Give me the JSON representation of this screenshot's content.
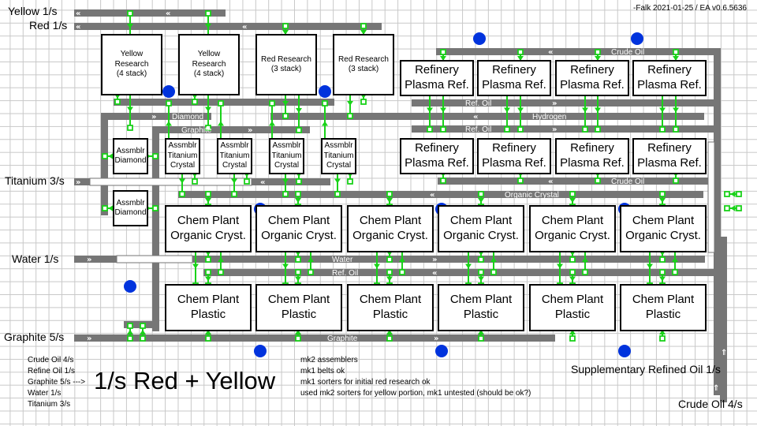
{
  "credit": "-Falk 2021-01-25 / EA v0.6.5636",
  "inputs": {
    "yellow": "Yellow 1/s",
    "red": "Red 1/s",
    "titanium": "Titanium 3/s",
    "water": "Water 1/s",
    "graphite": "Graphite 5/s",
    "supp_oil": "Supplementary Refined Oil 1/s",
    "crude": "Crude Oil 4/s"
  },
  "belts": {
    "crude_oil": "Crude Oil",
    "ref_oil": "Ref. Oil",
    "hydrogen": "Hydrogen",
    "diamond": "Diamond",
    "graphite": "Graphite",
    "organic_crystal": "Organic Crystal",
    "water": "Water"
  },
  "machines": {
    "research": [
      {
        "l1": "Yellow",
        "l2": "Research",
        "l3": "(4 stack)"
      },
      {
        "l1": "Yellow",
        "l2": "Research",
        "l3": "(4 stack)"
      },
      {
        "l1": "Red Research",
        "l2": "(3 stack)",
        "l3": ""
      },
      {
        "l1": "Red Research",
        "l2": "(3 stack)",
        "l3": ""
      }
    ],
    "refinery": {
      "l1": "Refinery",
      "l2": "Plasma Ref.",
      "count": 8
    },
    "assembler_diamond": {
      "l1": "Assmblr",
      "l2": "Diamond"
    },
    "assembler_titanium": {
      "l1": "Assmblr",
      "l2": "Titanium",
      "l3": "Crystal"
    },
    "chem_organic": {
      "l1": "Chem Plant",
      "l2": "Organic Cryst.",
      "count": 6
    },
    "chem_plastic": {
      "l1": "Chem Plant",
      "l2": "Plastic",
      "count": 6
    }
  },
  "summary": {
    "lines": [
      "Crude Oil 4/s",
      "Refine Oil 1/s",
      "Graphite 5/s --->",
      "Water 1/s",
      "Titanium 3/s"
    ],
    "headline": "1/s Red + Yellow"
  },
  "notes": [
    "mk2 assemblers",
    "mk1 belts ok",
    "mk1 sorters for initial red research ok",
    "used mk2 sorters for yellow portion, mk1 untested (should be ok?)"
  ],
  "colors": {
    "belt": "#767676",
    "sorter": "#19d219",
    "node": "#0033dd",
    "box": "#000000"
  }
}
